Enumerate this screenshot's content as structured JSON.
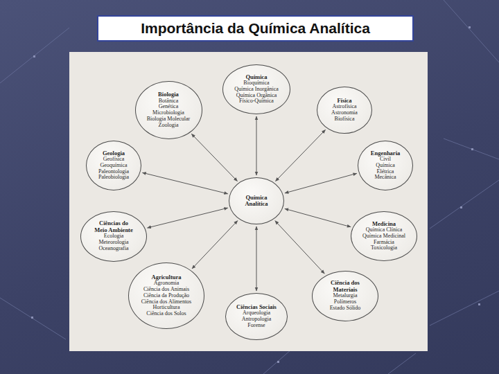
{
  "diagram": {
    "title": "Importância da Química Analítica",
    "nodes": [
      {
        "text": [
          "Química",
          "Bioquímica",
          "Química Inorgânica",
          "Química Orgânica",
          "Físico-Química"
        ]
      },
      {
        "text": [
          "Biologia",
          "Botânica",
          "Genética",
          "Microbiologia",
          "Biologia Molecular",
          "Zoologia"
        ]
      },
      {
        "text": [
          "Física",
          "Astrofísica",
          "Astronomia",
          "Biofísica"
        ]
      },
      {
        "text": [
          "Geologia",
          "Geofísica",
          "Geoquímica",
          "Paleontologia",
          "Paleobiologia"
        ]
      },
      {
        "text": [
          "Engenharia",
          "Civil",
          "Química",
          "Elétrica",
          "Mecânica"
        ]
      },
      {
        "text": [
          "Química Analítica"
        ]
      },
      {
        "text": [
          "Ciências do Meio Ambiente",
          "Ecologia",
          "Meteorologia",
          "Oceanografia"
        ]
      },
      {
        "text": [
          "Medicina",
          "Química Clínica",
          "Química Medicinal",
          "Farmácia",
          "Toxicologia"
        ]
      },
      {
        "text": [
          "Agricultura",
          "Agronomia",
          "Ciência dos Animais",
          "Ciência da Produção",
          "Ciência dos Alimentos",
          "Horticultura",
          "Ciência dos Solos"
        ]
      },
      {
        "text": [
          "Ciência dos Materiais",
          "Metalurgia",
          "Polímeros",
          "Estado Sólido"
        ]
      },
      {
        "text": [
          "Ciências Sociais",
          "Arqueologia",
          "Antropologia",
          "Forense"
        ]
      }
    ],
    "edges": [
      {
        "from": 5,
        "to": 0,
        "arrow": "both"
      },
      {
        "from": 5,
        "to": 1,
        "arrow": "both"
      },
      {
        "from": 5,
        "to": 2,
        "arrow": "both"
      },
      {
        "from": 5,
        "to": 3,
        "arrow": "both"
      },
      {
        "from": 5,
        "to": 4,
        "arrow": "both"
      },
      {
        "from": 5,
        "to": 6,
        "arrow": "both"
      },
      {
        "from": 5,
        "to": 7,
        "arrow": "both"
      },
      {
        "from": 5,
        "to": 8,
        "arrow": "both"
      },
      {
        "from": 5,
        "to": 9,
        "arrow": "both"
      },
      {
        "from": 5,
        "to": 10,
        "arrow": "both"
      }
    ]
  }
}
